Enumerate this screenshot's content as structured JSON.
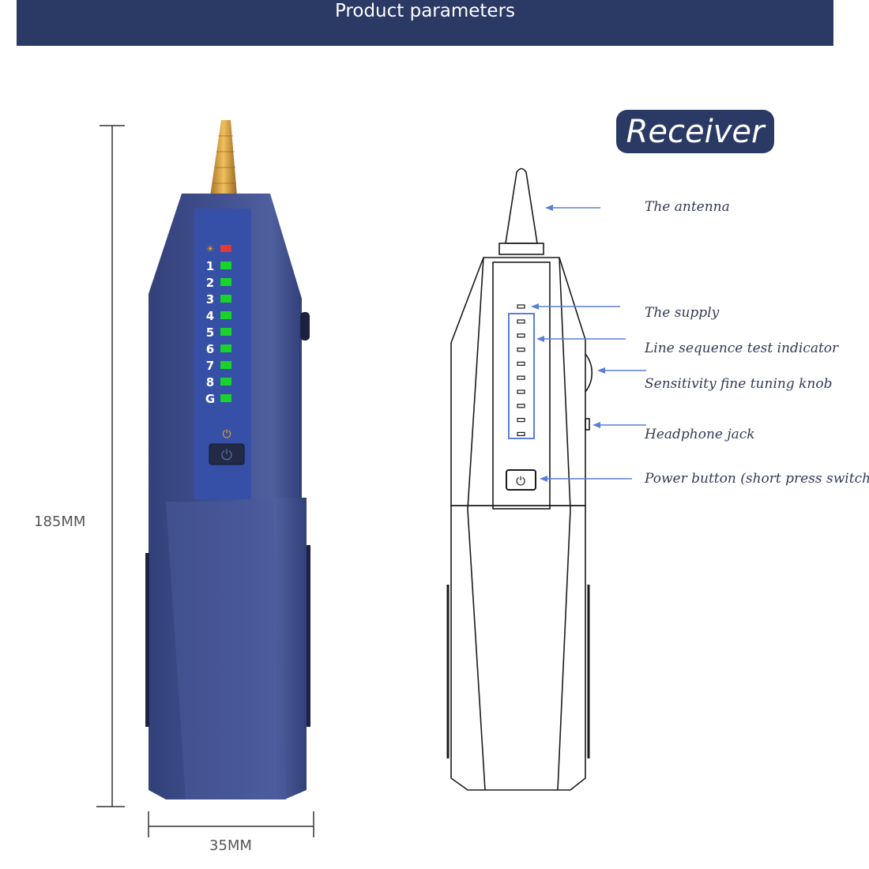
{
  "header": {
    "title": "Product parameters"
  },
  "dimensions": {
    "height_label": "185MM",
    "width_label": "35MM"
  },
  "badge": {
    "label": "Receiver"
  },
  "indicator": {
    "supply_symbol": "☀",
    "lines": [
      "1",
      "2",
      "3",
      "4",
      "5",
      "6",
      "7",
      "8",
      "G"
    ],
    "power_symbol": "⏻"
  },
  "callouts": [
    "The antenna",
    "The supply",
    "Line sequence test indicator",
    "Sensitivity fine tuning knob",
    "Headphone jack",
    "Power button (short press switch)"
  ],
  "colors": {
    "header_bg": "#2b3a65",
    "device_body": "#3b4a86",
    "led_green": "#19d22b",
    "led_red": "#e23b36",
    "callout_line": "#5b7fd6"
  }
}
